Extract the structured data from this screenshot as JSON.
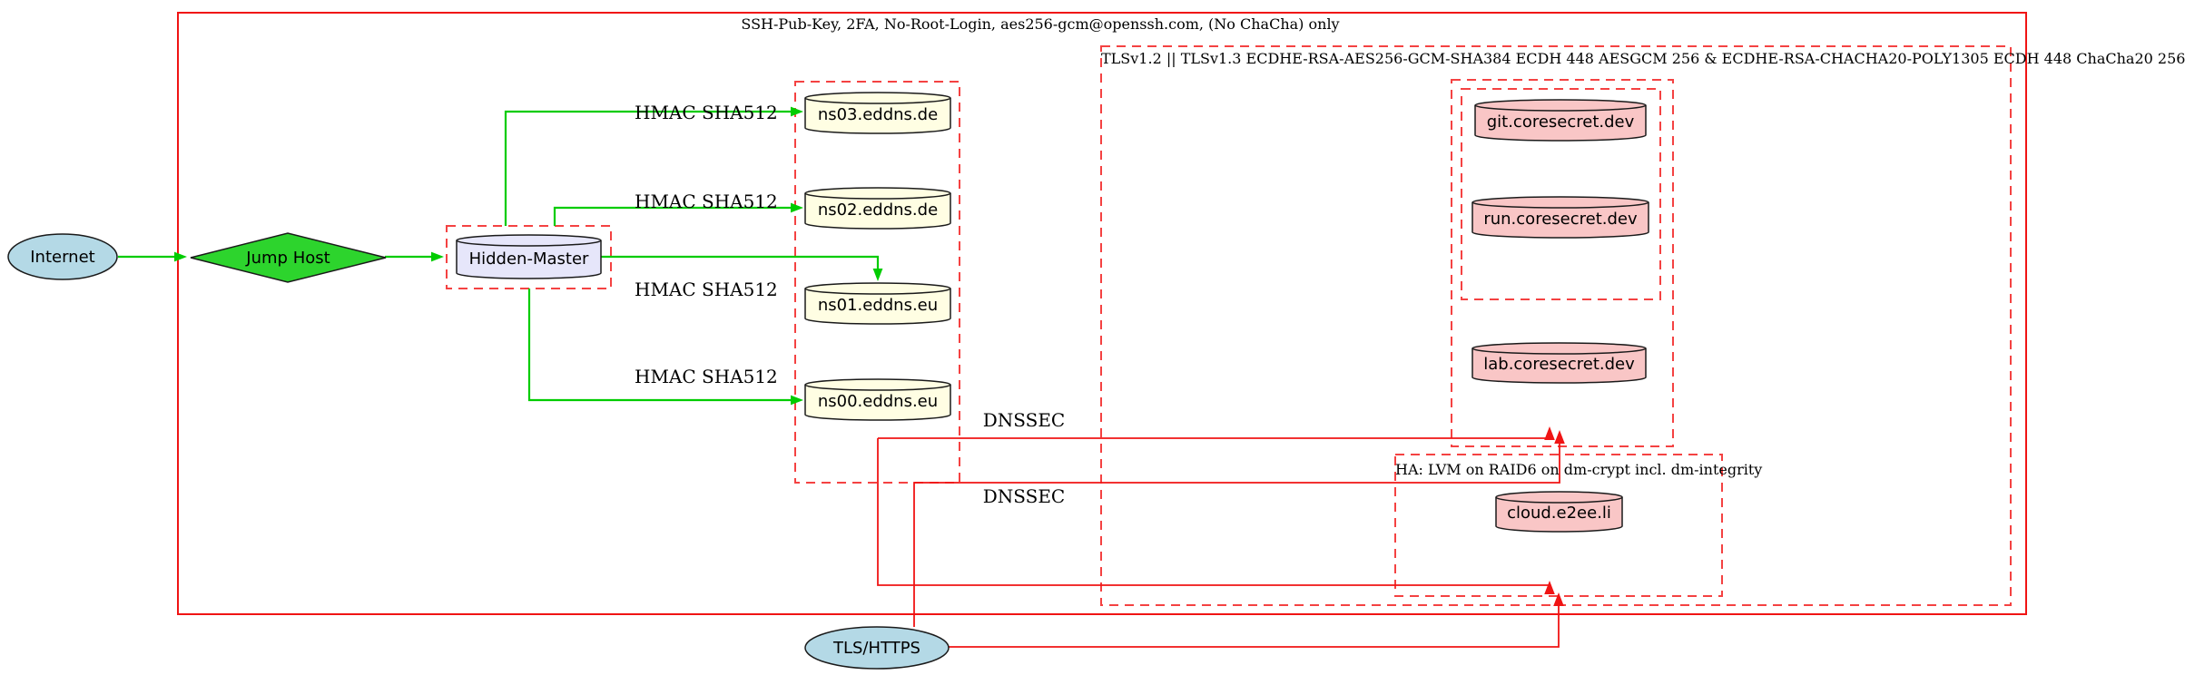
{
  "clusters": {
    "ssh": {
      "label": "SSH-Pub-Key, 2FA, No-Root-Login, aes256-gcm@openssh.com, (No ChaCha) only",
      "border_color": "#f01414",
      "style": "solid"
    },
    "tls": {
      "label": "TLSv1.2 || TLSv1.3 ECDHE-RSA-AES256-GCM-SHA384 ECDH 448 AESGCM 256 & ECDHE-RSA-CHACHA20-POLY1305 ECDH 448 ChaCha20 256",
      "border_color": "#f44242",
      "style": "dashed"
    },
    "ha": {
      "label": "HA: LVM on RAID6 on dm-crypt incl. dm-integrity",
      "border_color": "#f44242",
      "style": "dashed"
    },
    "dns_servers": {
      "style": "dashed",
      "border_color": "#f44242"
    },
    "hidden_master_box": {
      "style": "dashed",
      "border_color": "#f44242"
    },
    "coresecret_outer": {
      "style": "dashed",
      "border_color": "#f44242"
    },
    "coresecret_inner": {
      "style": "dashed",
      "border_color": "#f44242"
    }
  },
  "nodes": {
    "internet": {
      "label": "Internet",
      "shape": "ellipse",
      "fill": "#b4d9e6"
    },
    "jump_host": {
      "label": "Jump Host",
      "shape": "diamond",
      "fill": "#2dd42d"
    },
    "hidden_master": {
      "label": "Hidden-Master",
      "shape": "cylinder",
      "fill": "#e6e6fa"
    },
    "ns03": {
      "label": "ns03.eddns.de",
      "shape": "cylinder",
      "fill": "#fffee3"
    },
    "ns02": {
      "label": "ns02.eddns.de",
      "shape": "cylinder",
      "fill": "#fffee3"
    },
    "ns01": {
      "label": "ns01.eddns.eu",
      "shape": "cylinder",
      "fill": "#fffee3"
    },
    "ns00": {
      "label": "ns00.eddns.eu",
      "shape": "cylinder",
      "fill": "#fffee3"
    },
    "git": {
      "label": "git.coresecret.dev",
      "shape": "cylinder",
      "fill": "#f9c6c6"
    },
    "run": {
      "label": "run.coresecret.dev",
      "shape": "cylinder",
      "fill": "#f9c6c6"
    },
    "lab": {
      "label": "lab.coresecret.dev",
      "shape": "cylinder",
      "fill": "#f9c6c6"
    },
    "cloud": {
      "label": "cloud.e2ee.li",
      "shape": "cylinder",
      "fill": "#f9c6c6"
    },
    "tls_https": {
      "label": "TLS/HTTPS",
      "shape": "ellipse",
      "fill": "#b4d9e6"
    }
  },
  "edges": {
    "green_color": "#00cc00",
    "red_color": "#f01414",
    "hmac_labels": [
      "HMAC SHA512",
      "HMAC SHA512",
      "HMAC SHA512",
      "HMAC SHA512"
    ],
    "dnssec_labels": [
      "DNSSEC",
      "DNSSEC"
    ]
  }
}
